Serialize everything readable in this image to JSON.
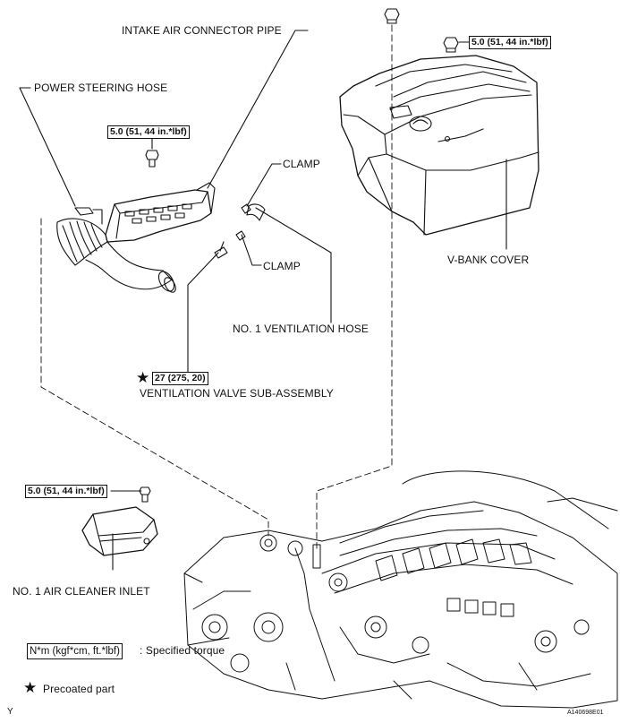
{
  "labels": {
    "intake_air_connector_pipe": "INTAKE AIR CONNECTOR PIPE",
    "power_steering_hose": "POWER STEERING HOSE",
    "clamp_upper": "CLAMP",
    "clamp_lower": "CLAMP",
    "v_bank_cover": "V-BANK COVER",
    "no1_ventilation_hose": "NO. 1 VENTILATION HOSE",
    "ventilation_valve": "VENTILATION VALVE SUB-ASSEMBLY",
    "no1_air_cleaner_inlet": "NO. 1 AIR CLEANER INLET"
  },
  "torque": {
    "v_bank_nut": "5.0 (51, 44 in.*lbf)",
    "connector_pipe_bolt": "5.0 (51, 44 in.*lbf)",
    "ventilation_valve": "27 (275, 20)",
    "air_cleaner_inlet_bolt": "5.0 (51, 44 in.*lbf)"
  },
  "legend": {
    "torque_unit": "N*m (kgf*cm, ft.*lbf)",
    "torque_desc": ": Specified torque",
    "precoated_symbol": "★",
    "precoated_desc": "Precoated part"
  },
  "footer": {
    "left_code": "Y",
    "figure_id": "A140698E01"
  }
}
